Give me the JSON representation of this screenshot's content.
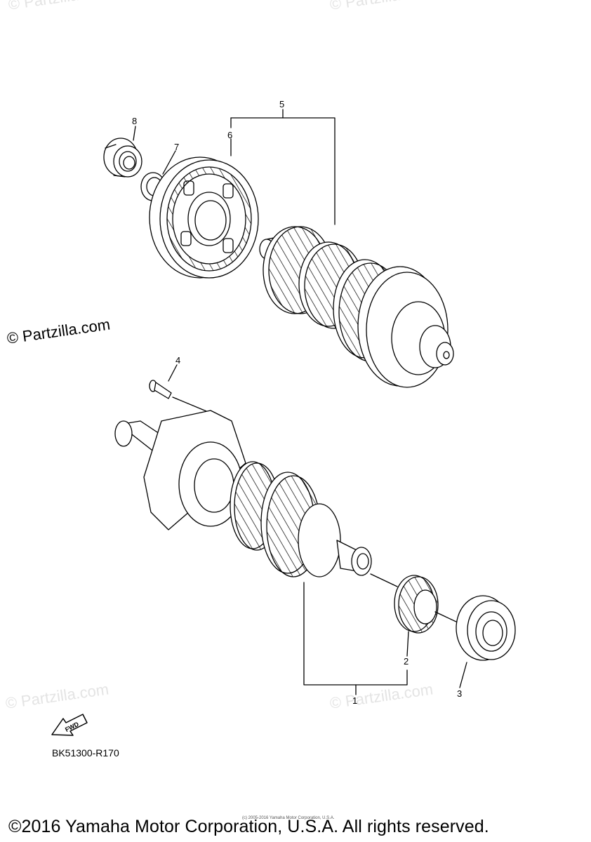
{
  "watermarks": {
    "main": "© Partzilla.com",
    "faint": "© Partzilla.com"
  },
  "callouts": {
    "c1": "1",
    "c2": "2",
    "c3": "3",
    "c4": "4",
    "c5": "5",
    "c6": "6",
    "c7": "7",
    "c8": "8"
  },
  "fwd_label": "FWD",
  "diagram_code": "BK51300-R170",
  "fine_print": "(c) 2005-2016 Yamaha Motor Corporation, U.S.A.",
  "copyright": "©2016 Yamaha Motor Corporation, U.S.A. All rights reserved."
}
